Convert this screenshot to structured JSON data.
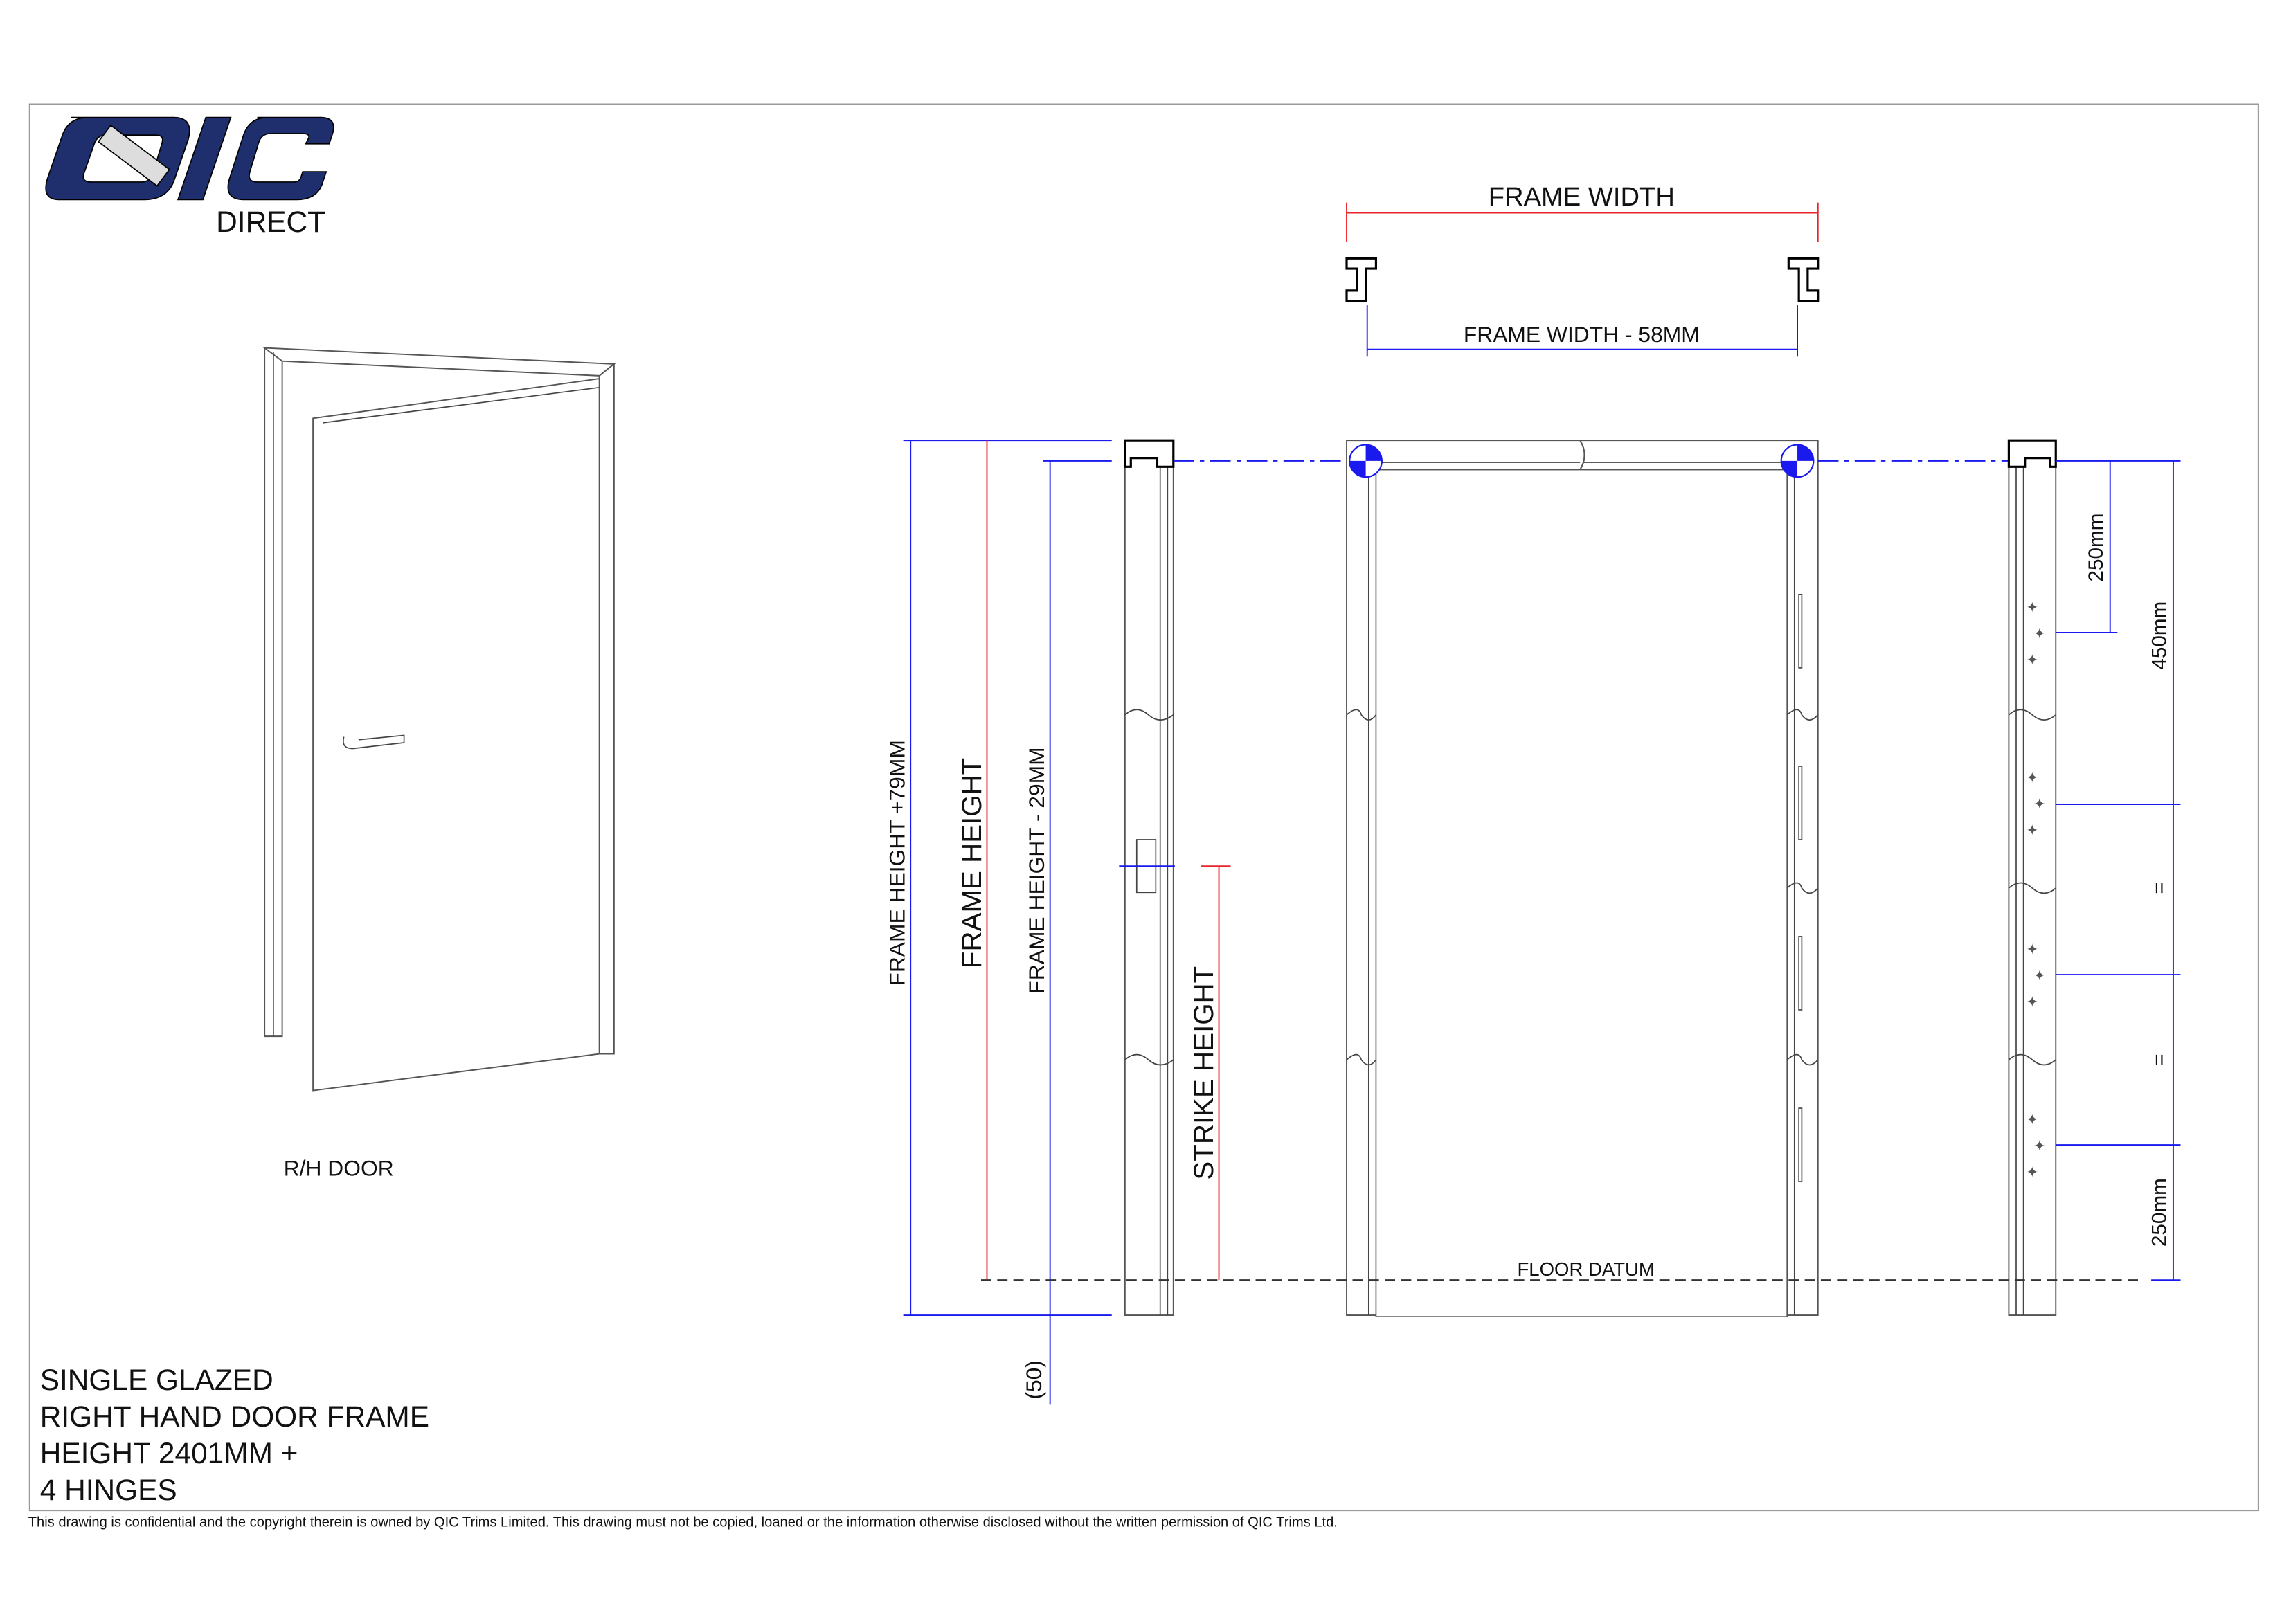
{
  "logo": {
    "main": "QIC",
    "sub": "DIRECT"
  },
  "door_view": {
    "label": "R/H DOOR"
  },
  "dimensions": {
    "frame_width": "FRAME WIDTH",
    "frame_width_minus": "FRAME WIDTH - 58MM",
    "frame_height_plus": "FRAME HEIGHT +79MM",
    "frame_height": "FRAME HEIGHT",
    "frame_height_minus": "FRAME HEIGHT - 29MM",
    "strike_height": "STRIKE HEIGHT",
    "floor_offset": "(50)",
    "floor_datum": "FLOOR DATUM",
    "hinge_top_1": "250mm",
    "hinge_top_2": "450mm",
    "equal_1": "=",
    "equal_2": "=",
    "hinge_bottom": "250mm"
  },
  "spec": {
    "line1": "SINGLE GLAZED",
    "line2": "RIGHT HAND DOOR FRAME",
    "line3": "HEIGHT 2401MM +",
    "line4": "4 HINGES"
  },
  "footer": {
    "disclaimer": "This drawing is confidential and the copyright therein is owned by QIC Trims Limited.  This drawing must not be copied, loaned or the information otherwise disclosed without the written permission of QIC Trims Ltd."
  },
  "colors": {
    "logo": "#1f2f6e",
    "dim_blue": "#1a1aee",
    "dim_red": "#e8242a"
  }
}
